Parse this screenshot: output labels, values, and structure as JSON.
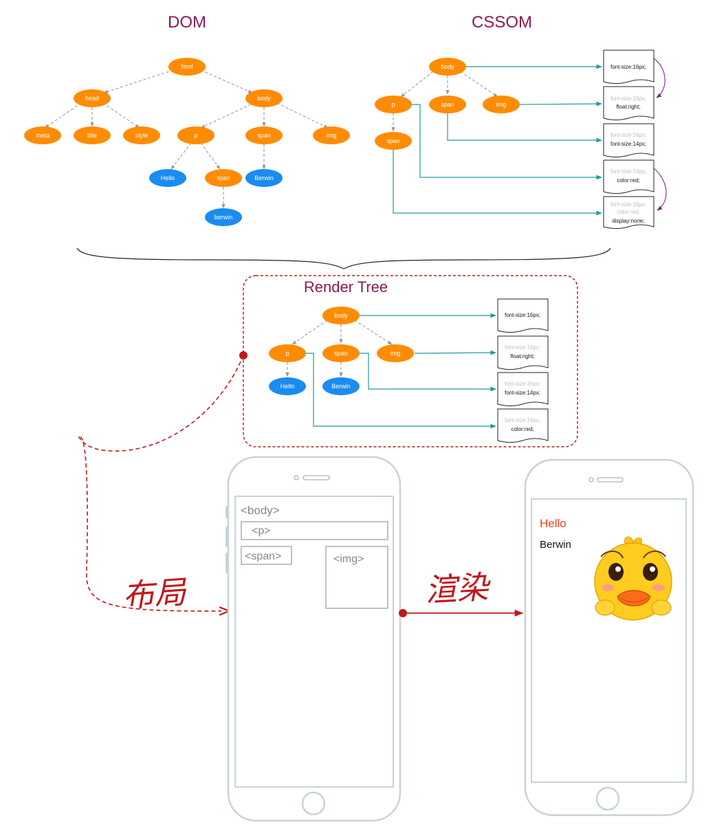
{
  "titles": {
    "dom": "DOM",
    "cssom": "CSSOM",
    "render_tree": "Render Tree"
  },
  "colors": {
    "title": "#8c1a52",
    "orange_node": "#ff8c00",
    "blue_node": "#1a8cf0",
    "teal_arrow": "#1e9a9a",
    "purple_arrow": "#7a2a8a",
    "red_dash": "#c0181c",
    "hello_red": "#ff3b1f",
    "phone_frame": "#c9d3d6"
  },
  "dom": {
    "nodes": {
      "html": "html",
      "head": "head",
      "body": "body",
      "meta": "meta",
      "title": "title",
      "style": "style",
      "p": "p",
      "span": "span",
      "img": "img",
      "hello": "Hello",
      "span2": "span",
      "berwin_cap": "Berwin",
      "berwin": "berwin"
    }
  },
  "cssom": {
    "nodes": {
      "body": "body",
      "p": "p",
      "span": "span",
      "img": "img",
      "span2": "span"
    },
    "rules": [
      {
        "inherited": [],
        "own": [
          "font-size:16px;"
        ]
      },
      {
        "inherited": [
          "font-size:16px;"
        ],
        "own": [
          "float:right;"
        ]
      },
      {
        "inherited": [
          "font-size:16px;"
        ],
        "own": [
          "font-size:14px;"
        ]
      },
      {
        "inherited": [
          "font-size:16px;"
        ],
        "own": [
          "color:red;"
        ]
      },
      {
        "inherited": [
          "font-size:16px;",
          "color:red;"
        ],
        "own": [
          "display:none;"
        ]
      }
    ]
  },
  "render": {
    "nodes": {
      "body": "body",
      "p": "p",
      "span": "span",
      "img": "img",
      "hello": "Hello",
      "berwin": "Berwin"
    },
    "rules": [
      {
        "inherited": [],
        "own": [
          "font-size:16px;"
        ]
      },
      {
        "inherited": [
          "font-size:16px;"
        ],
        "own": [
          "float:right;"
        ]
      },
      {
        "inherited": [
          "font-size:16px;"
        ],
        "own": [
          "font-size:14px;"
        ]
      },
      {
        "inherited": [
          "font-size:16px;"
        ],
        "own": [
          "color:red;"
        ]
      }
    ]
  },
  "layout_phone": {
    "body": "<body>",
    "p": "<p>",
    "span": "<span>",
    "img": "<img>"
  },
  "paint_phone": {
    "hello": "Hello",
    "berwin": "Berwin"
  },
  "steps": {
    "layout": "布局",
    "paint": "渲染"
  }
}
